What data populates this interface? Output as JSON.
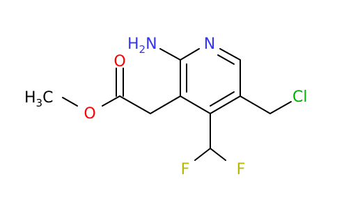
{
  "atoms": {
    "nitrogen": "N",
    "amino_h": "H",
    "amino_sub": "2",
    "amino_n": "N",
    "ester_o": "O",
    "ether_o": "O",
    "methyl_h": "H",
    "methyl_sub": "3",
    "methyl_c": "C",
    "chlorine": "Cl",
    "fluorine_left": "F",
    "fluorine_right": "F"
  },
  "colors": {
    "bond": "#000000",
    "nitrogen": "#3333ff",
    "oxygen": "#ff0000",
    "chlorine": "#00b000",
    "fluorine": "#b8b800",
    "carbon_label": "#000000"
  }
}
